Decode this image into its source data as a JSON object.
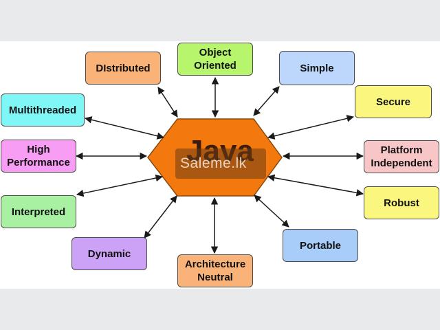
{
  "center": {
    "label": "Java",
    "watermark": "Saleme.lk"
  },
  "nodes": [
    {
      "id": "distributed",
      "label": "DIstributed",
      "color": "#f9b277"
    },
    {
      "id": "object-oriented",
      "label": "Object Oriented",
      "color": "#b6f56c"
    },
    {
      "id": "simple",
      "label": "Simple",
      "color": "#bcd7fb"
    },
    {
      "id": "secure",
      "label": "Secure",
      "color": "#fbf77e"
    },
    {
      "id": "platform-independent",
      "label": "Platform Independent",
      "color": "#f9c6c8"
    },
    {
      "id": "robust",
      "label": "Robust",
      "color": "#fbf77e"
    },
    {
      "id": "portable",
      "label": "Portable",
      "color": "#a8cdf9"
    },
    {
      "id": "architecture-neutral",
      "label": "Architecture Neutral",
      "color": "#f9b277"
    },
    {
      "id": "dynamic",
      "label": "Dynamic",
      "color": "#cba2f6"
    },
    {
      "id": "interpreted",
      "label": "Interpreted",
      "color": "#a8f0a2"
    },
    {
      "id": "high-performance",
      "label": "High Performance",
      "color": "#f79ef4"
    },
    {
      "id": "multithreaded",
      "label": "Multithreaded",
      "color": "#7ff7f6"
    }
  ],
  "colors": {
    "hexagon": "#f3790f",
    "hexagon_border": "#8a4a10",
    "arrow": "#1a1a1a"
  }
}
